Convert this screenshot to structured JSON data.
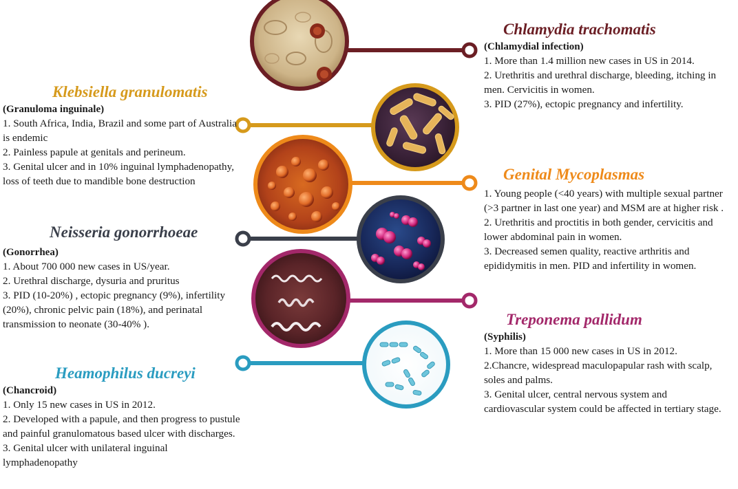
{
  "colors": {
    "chlamydia": "#6b1e24",
    "klebsiella": "#d69a1c",
    "mycoplasma": "#ee8a1a",
    "neisseria": "#3a3f4a",
    "treponema": "#a3286a",
    "haemophilus": "#2a9cc0"
  },
  "organisms": {
    "chlamydia": {
      "name": "Chlamydia trachomatis",
      "disease": "(Chlamydial infection)",
      "points": [
        "1. More than 1.4 million new cases in US in 2014.",
        "2. Urethritis and urethral discharge, bleeding, itching in men. Cervicitis  in women.",
        "3. PID  (27%), ectopic pregnancy and infertility."
      ]
    },
    "klebsiella": {
      "name": "Klebsiella granulomatis",
      "disease": "(Granuloma inguinale)",
      "points": [
        "1. South Africa, India, Brazil and some part of Australia is endemic",
        "2. Painless papule at genitals and perineum.",
        "3. Genital ulcer and in 10% inguinal lymphadenopathy,  loss of teeth due to mandible bone destruction"
      ]
    },
    "mycoplasma": {
      "name": "Genital Mycoplasmas",
      "disease": "",
      "points": [
        "1. Young people (<40 years) with multiple sexual partner (>3 partner in last one year) and MSM are at higher risk .",
        "2. Urethritis and proctitis in both gender, cervicitis and lower abdominal pain in women.",
        "3. Decreased semen quality, reactive arthritis and epididymitis in men.  PID and infertility in women."
      ]
    },
    "neisseria": {
      "name": "Neisseria gonorrhoeae",
      "disease": "(Gonorrhea)",
      "points": [
        "1. About 700 000 new cases in US/year.",
        "2. Urethral discharge, dysuria and pruritus",
        "3. PID (10-20%) , ectopic pregnancy (9%), infertility (20%), chronic pelvic pain (18%), and perinatal transmission to neonate  (30-40% )."
      ]
    },
    "treponema": {
      "name": "Treponema pallidum",
      "disease": "(Syphilis)",
      "points": [
        "1. More than 15 000 new cases in US in 2012.",
        "2.Chancre, widespread maculopapular rash with scalp, soles and palms.",
        "3. Genital ulcer, central nervous system and cardiovascular system could be affected in tertiary stage."
      ]
    },
    "haemophilus": {
      "name": "Heamophilus ducreyi",
      "disease": "(Chancroid)",
      "points": [
        "1. Only 15 new cases in US in 2012.",
        "2. Developed with a papule, and then progress to pustule and painful granulomatous based ulcer with discharges.",
        "3. Genital ulcer with unilateral inguinal lymphadenopathy"
      ]
    }
  }
}
